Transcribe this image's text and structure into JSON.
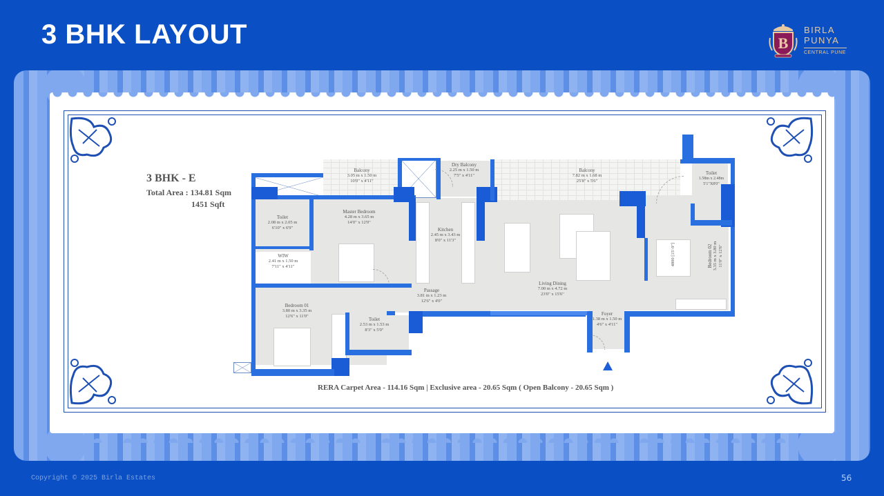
{
  "slide": {
    "title": "3 BHK LAYOUT",
    "page_number": "56",
    "copyright": "Copyright © 2025 Birla Estates"
  },
  "logo": {
    "line1": "BIRLA",
    "line2": "PUNYA",
    "line3": "CENTRAL PUNE",
    "crest_letter": "B",
    "colors": {
      "crest": "#8b1a5a",
      "gold": "#e8c9a0"
    }
  },
  "unit": {
    "name": "3 BHK - E",
    "total_area_label": "Total Area : 134.81 Sqm",
    "total_area_sqft": "1451 Sqft"
  },
  "rooms": {
    "balcony_1": {
      "name": "Balcony",
      "metric": "3.05 m x 1.50 m",
      "imperial": "10'0\" x 4'11\""
    },
    "dry_balcony": {
      "name": "Dry Balcony",
      "metric": "2.25 m x 1.50 m",
      "imperial": "7'5\" x 4'11\""
    },
    "balcony_2": {
      "name": "Balcony",
      "metric": "7.82 m x 1.68 m",
      "imperial": "25'8\" x 5'6\""
    },
    "toilet_master": {
      "name": "Toilet",
      "metric": "2.08 m x 2.05 m",
      "imperial": "6'10\" x 6'9\""
    },
    "master_bedroom": {
      "name": "Master Bedroom",
      "metric": "4.28 m x 3.65 m",
      "imperial": "14'0\" x 12'0\""
    },
    "kitchen": {
      "name": "Kitchen",
      "metric": "2.45 m x 3.43 m",
      "imperial": "8'0\" x 11'3\""
    },
    "wiw": {
      "name": "WIW",
      "metric": "2.41 m x 1.50 m",
      "imperial": "7'11\" x 4'11\""
    },
    "toilet_2": {
      "name": "Toilet",
      "metric": "1.58m x 2.48m",
      "imperial": "5'1\"X8'0\""
    },
    "bedroom_2": {
      "name": "Bedroom 02",
      "metric": "3.35 m x 3.80 m",
      "imperial": "11'0\" x 12'6\"",
      "bed_note": "4800 [15'-9\"]"
    },
    "living_dining": {
      "name": "Living  Dining",
      "metric": "7.00 m x 4.72 m",
      "imperial": "23'0\" x 15'6\""
    },
    "passage": {
      "name": "Passage",
      "metric": "3.81 m x 1.23 m",
      "imperial": "12'6\" x 4'0\""
    },
    "bedroom_1": {
      "name": "Bedroom 01",
      "metric": "3.80 m x 3.35 m",
      "imperial": "12'6\" x 11'0\""
    },
    "toilet_3": {
      "name": "Toilet",
      "metric": "2.53 m x 1.53 m",
      "imperial": "8'3\" x 5'0\""
    },
    "foyer": {
      "name": "Foyer",
      "metric": "1.38 m x 1.50 m",
      "imperial": "4'6\" x 4'11\""
    }
  },
  "rera_note": "RERA Carpet Area - 114.16 Sqm | Exclusive area - 20.65 Sqm ( Open Balcony - 20.65 Sqm )",
  "colors": {
    "background": "#0a50c4",
    "wall": "#2a6fe0",
    "floor": "#e6e6e4",
    "text": "#555555"
  }
}
